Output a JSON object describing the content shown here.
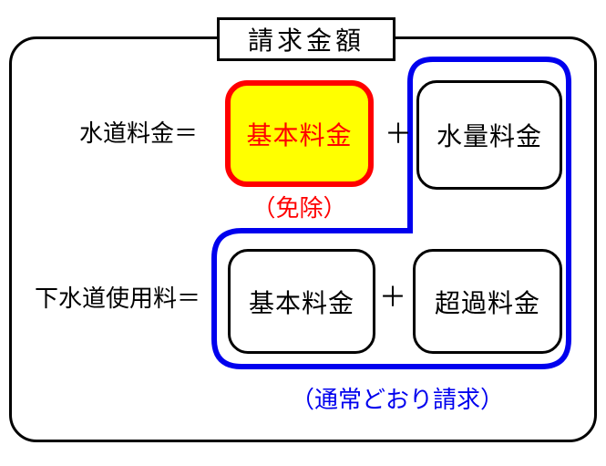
{
  "diagram": {
    "title": "請求金額",
    "row1": {
      "label": "水道料金＝",
      "basic_charge": "基本料金",
      "plus": "＋",
      "volume_charge": "水量料金",
      "exempt_note": "（免除）"
    },
    "row2": {
      "label": "下水道使用料＝",
      "basic_charge": "基本料金",
      "plus": "＋",
      "excess_charge": "超過料金"
    },
    "billed_note": "（通常どおり請求）"
  },
  "colors": {
    "exempt_highlight": "#FFFF00",
    "exempt_accent": "#FF0000",
    "billed_accent": "#0000EE",
    "outline": "#000000"
  }
}
